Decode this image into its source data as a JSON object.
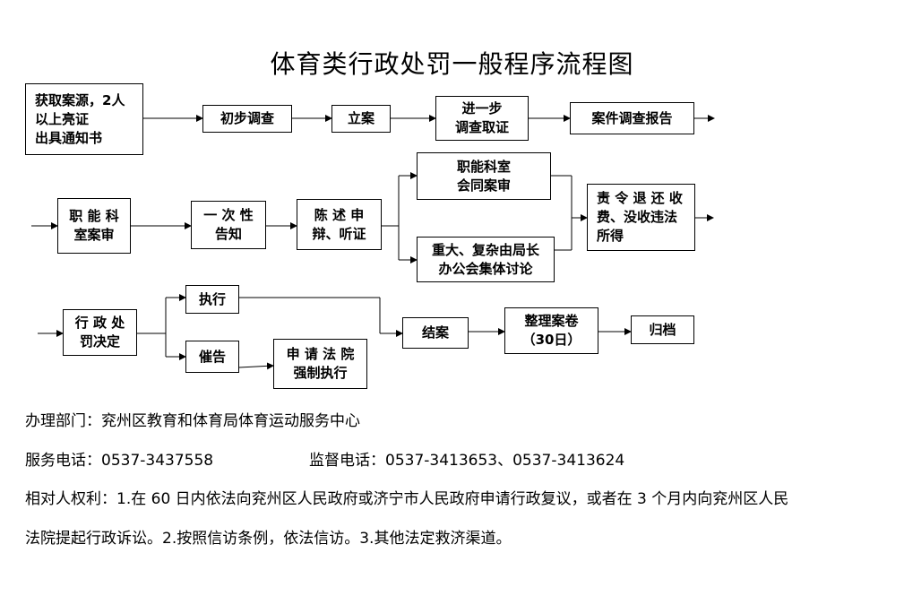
{
  "title": "体育类行政处罚一般程序流程图",
  "nodes": {
    "huoqu": "获取案源，2人\n以上亮证\n出具通知书",
    "chubu": "初步调查",
    "lian": "立案",
    "jinyibu": "进一步\n调查取证",
    "baogao": "案件调查报告",
    "zhineng_shen": "职 能 科\n室案审",
    "gaozhi": "一 次 性\n告知",
    "chenshu": "陈 述 申\n辩、听证",
    "huitong": "职能科室\n会同案审",
    "jiti": "重大、复杂由局长\n办公会集体讨论",
    "zeling": "责 令 退 还 收\n费、没收违法\n所得",
    "jueding": "行 政 处\n罚决定",
    "zhixing": "执行",
    "cuigao": "催告",
    "qiangzhi": "申 请 法 院\n强制执行",
    "jiean": "结案",
    "zhengli": "整理案卷\n（30日）",
    "guidang": "归档"
  },
  "info": {
    "dept": "办理部门：兖州区教育和体育局体育运动服务中心",
    "service_phone": "服务电话：0537-3437558",
    "supervise_phone": "监督电话：0537-3413653、0537-3413624",
    "rights_line1": "相对人权利：1.在 60 日内依法向兖州区人民政府或济宁市人民政府申请行政复议，或者在 3 个月内向兖州区人民",
    "rights_line2": "法院提起行政诉讼。2.按照信访条例，依法信访。3.其他法定救济渠道。"
  }
}
